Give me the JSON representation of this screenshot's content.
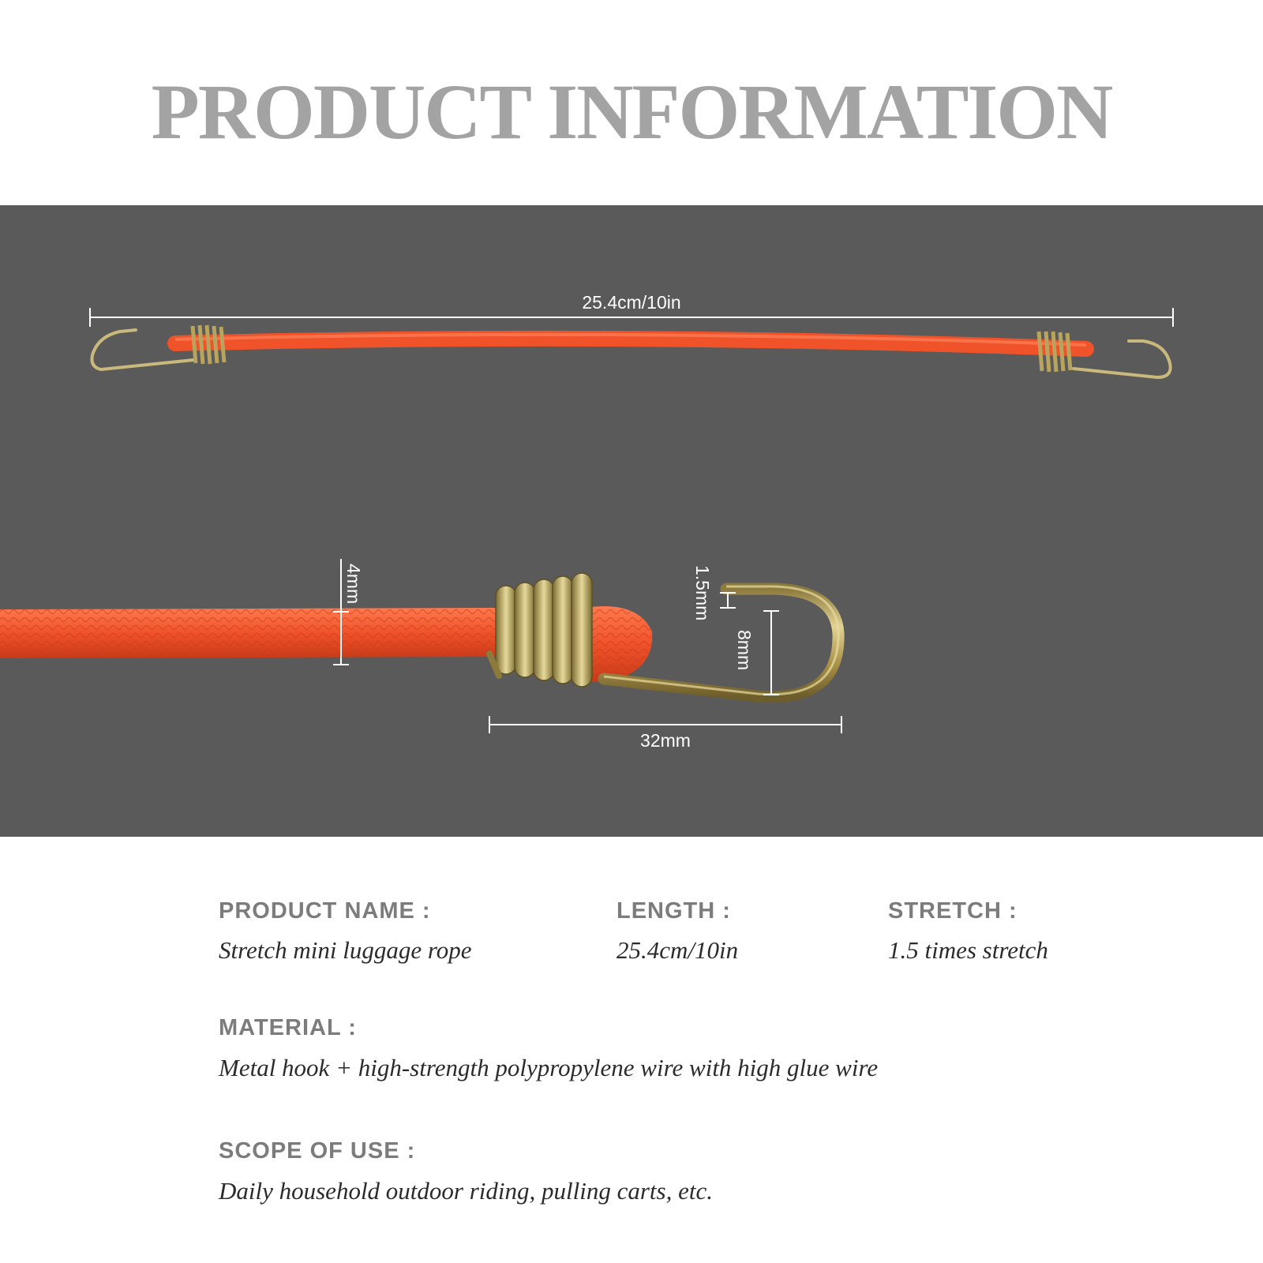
{
  "header": {
    "title": "PRODUCT INFORMATION"
  },
  "photo": {
    "dimensions": {
      "total_length": "25.4cm/10in",
      "rope_diameter": "4mm",
      "wire_thickness": "1.5mm",
      "hook_opening": "8mm",
      "hook_length": "32mm"
    },
    "colors": {
      "background": "#5a5a5a",
      "rope": "#f0522a",
      "metal": "#b9a560"
    }
  },
  "specs": {
    "product_name": {
      "label": "PRODUCT NAME :",
      "value": "Stretch mini luggage rope"
    },
    "length": {
      "label": "LENGTH :",
      "value": "25.4cm/10in"
    },
    "stretch": {
      "label": "STRETCH :",
      "value": "1.5 times stretch"
    },
    "material": {
      "label": "MATERIAL :",
      "value": "Metal hook + high-strength polypropylene wire with high glue wire"
    },
    "scope": {
      "label": "SCOPE OF USE :",
      "value": "Daily household outdoor riding, pulling carts, etc."
    }
  }
}
